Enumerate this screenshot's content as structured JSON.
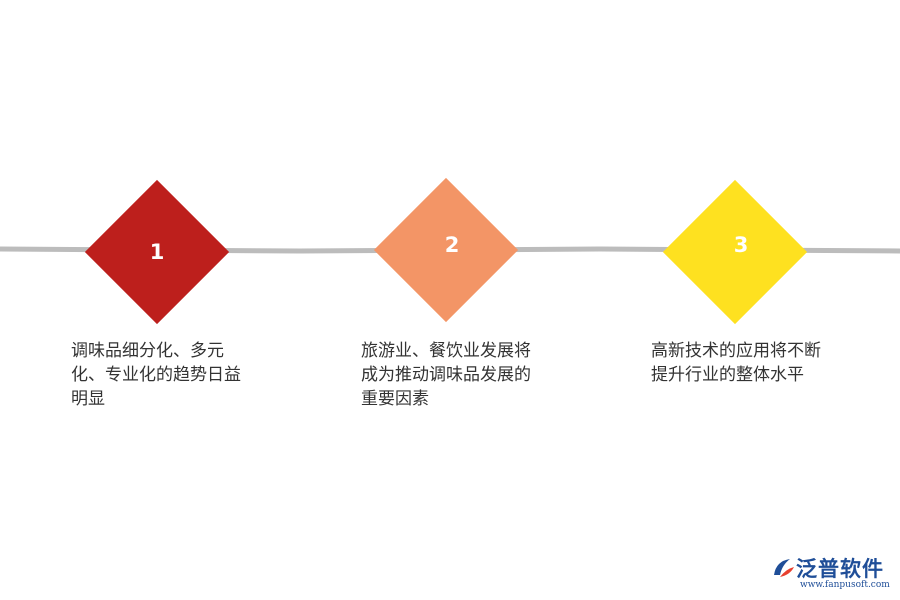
{
  "steps": [
    {
      "number": "1",
      "text": "调味品细分化、多元化、专业化的趋势日益明显",
      "color": "#bd1f1c"
    },
    {
      "number": "2",
      "text": "旅游业、餐饮业发展将成为推动调味品发展的重要因素",
      "color": "#f39566"
    },
    {
      "number": "3",
      "text": "高新技术的应用将不断提升行业的整体水平",
      "color": "#fee120"
    }
  ],
  "line_color": "#bcbcbc",
  "logo": {
    "name": "泛普软件",
    "url": "www.fanpusoft.com",
    "color": "#1f4e98",
    "accent_color": "#e8402f",
    "icon": "fanpu-logo-icon"
  }
}
